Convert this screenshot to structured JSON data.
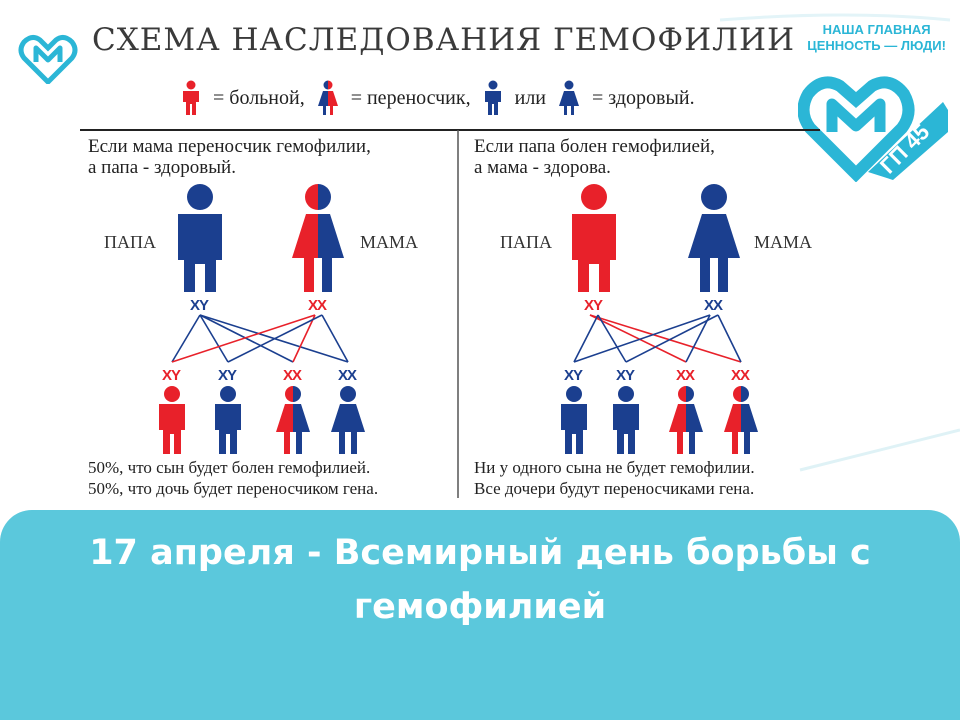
{
  "title": "СХЕМА НАСЛЕДОВАНИЯ ГЕМОФИЛИИ",
  "slogan": {
    "line1": "НАША ГЛАВНАЯ",
    "line2": "ЦЕННОСТЬ — ЛЮДИ!"
  },
  "logo": {
    "text": "ГП 45",
    "icon": "heart-m-logo"
  },
  "legend": {
    "sick": "= больной,",
    "carrier": "= переносчик,",
    "or": "или",
    "healthy": "= здоровый."
  },
  "left_panel": {
    "heading_line1": "Если мама переносчик гемофилии,",
    "heading_line2": "а папа - здоровый.",
    "papa_label": "ПАПА",
    "mama_label": "МАМА",
    "papa_chrom": "XY",
    "mama_chrom": "XX",
    "children_chrom": [
      "XY",
      "XY",
      "XX",
      "XX"
    ],
    "note_line1": "50%, что сын будет болен гемофилией.",
    "note_line2": "50%, что дочь будет переносчиком гена."
  },
  "right_panel": {
    "heading_line1": "Если папа болен гемофилией,",
    "heading_line2": "а мама - здорова.",
    "papa_label": "ПАПА",
    "mama_label": "МАМА",
    "papa_chrom": "XY",
    "mama_chrom": "XX",
    "children_chrom": [
      "XY",
      "XY",
      "XX",
      "XX"
    ],
    "note_line1": "Ни у одного сына не будет гемофилии.",
    "note_line2": "Все дочери будут переносчиками гена."
  },
  "banner": {
    "line1": "17 апреля - Всемирный день борьбы с",
    "line2": "гемофилией"
  },
  "colors": {
    "red": "#e8212a",
    "blue": "#1b3f8f",
    "accent": "#2bb6d6",
    "banner": "#5bc8dc"
  }
}
